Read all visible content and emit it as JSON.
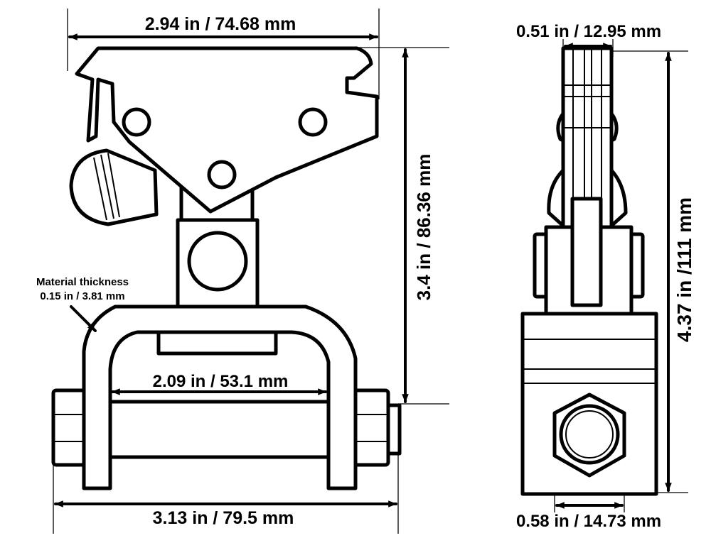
{
  "dimensions": {
    "top_width": "2.94 in / 74.68 mm",
    "height": "3.4 in / 86.36 mm",
    "bolt_inner": "2.09 in / 53.1 mm",
    "bottom_width": "3.13 in / 79.5 mm",
    "side_top": "0.51 in / 12.95 mm",
    "side_height": "4.37 in /111 mm",
    "side_bottom": "0.58 in / 14.73 mm"
  },
  "note": {
    "line1": "Material thickness",
    "line2": "0.15 in / 3.81 mm"
  }
}
